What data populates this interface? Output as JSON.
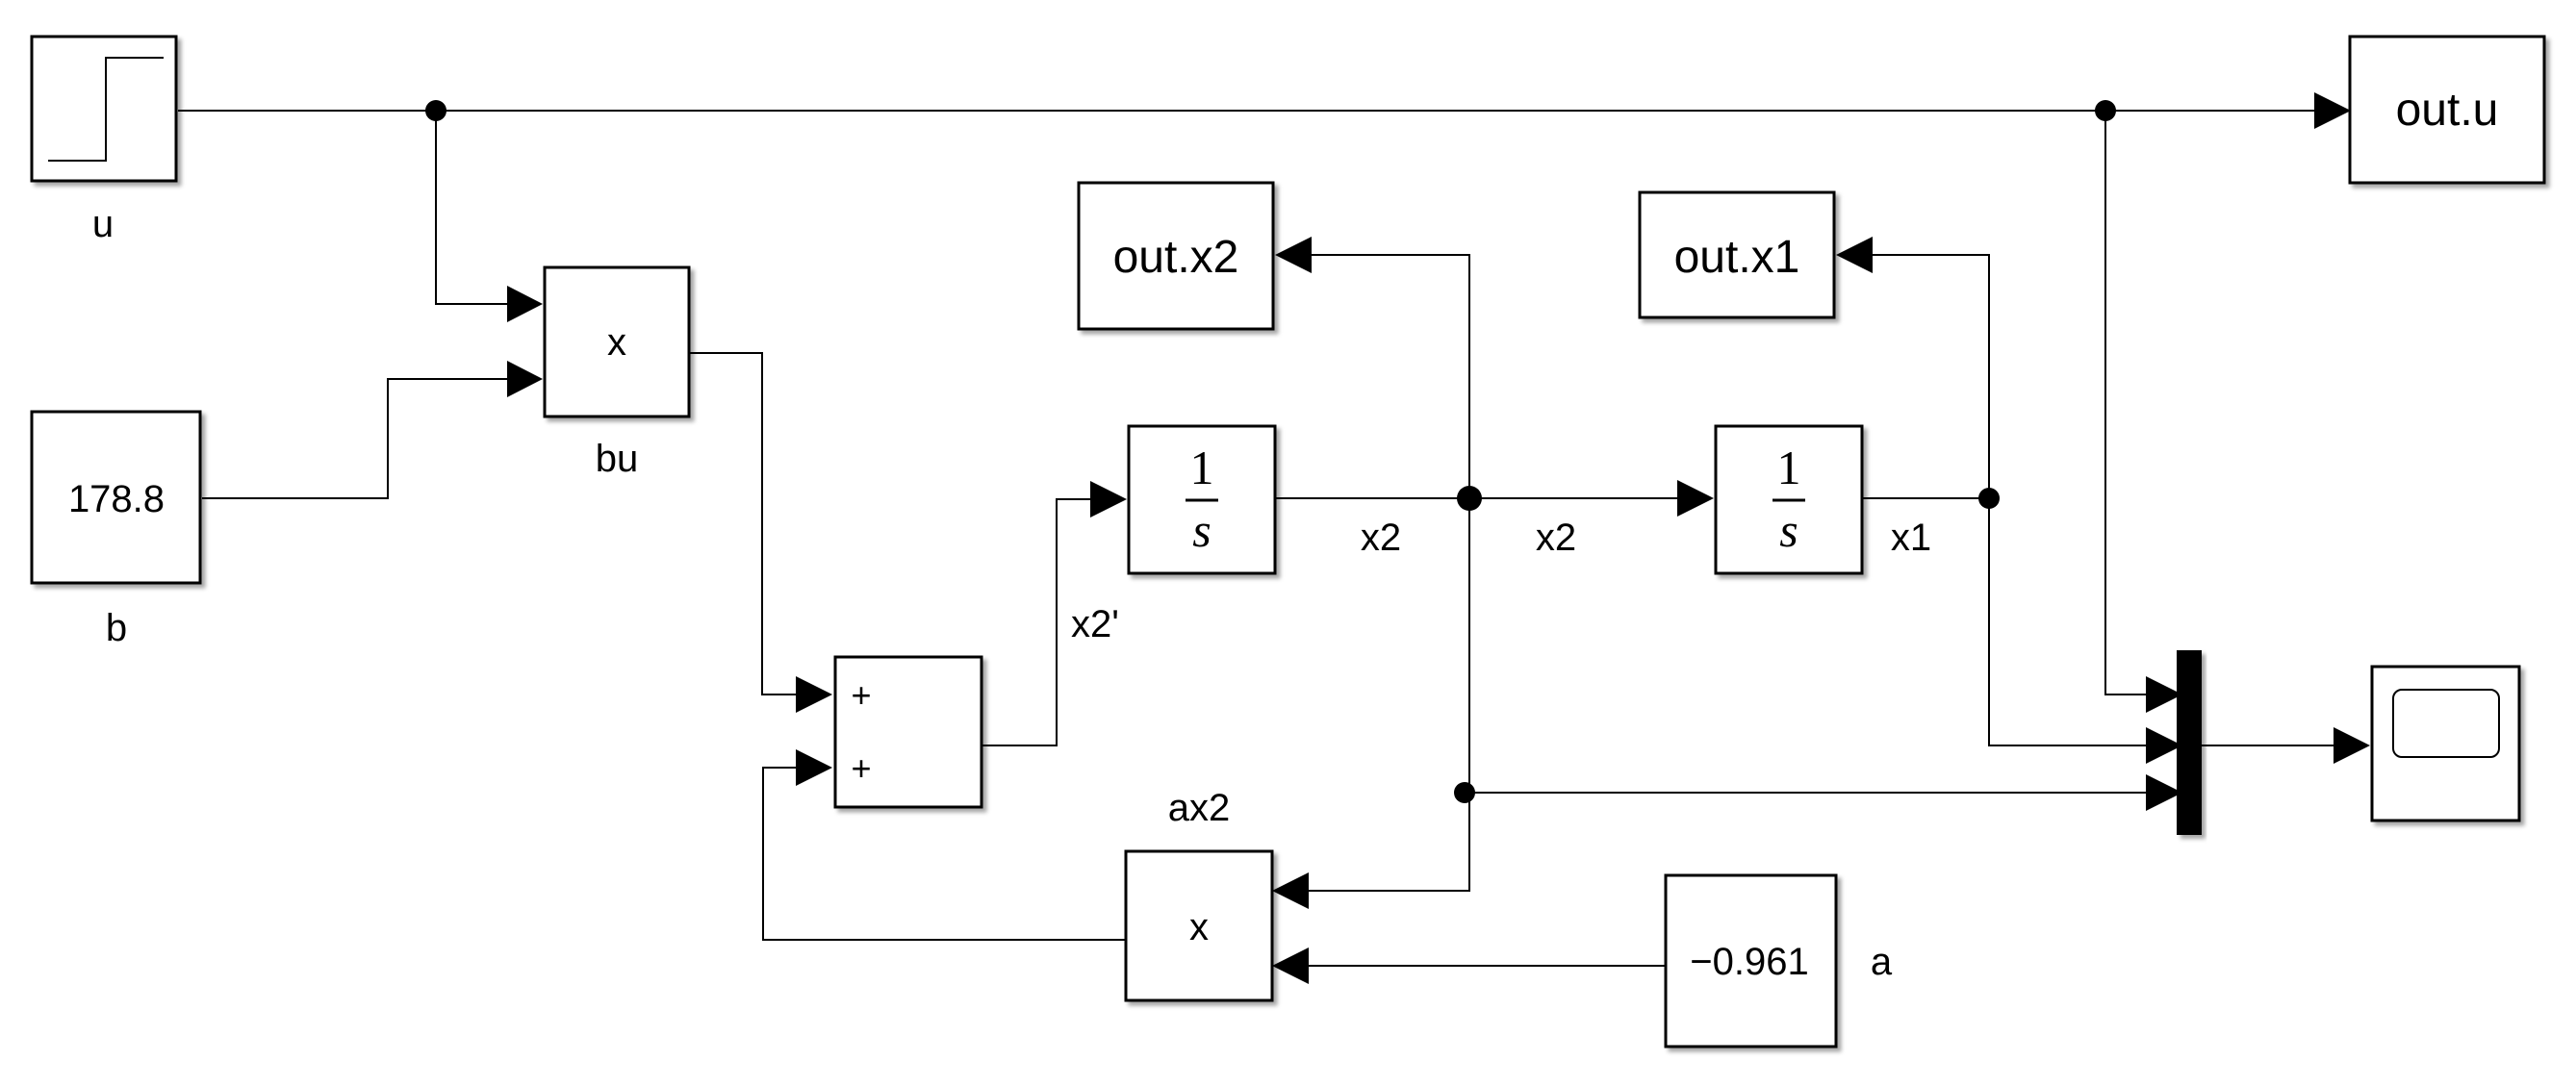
{
  "blocks": {
    "step": {
      "label": "u"
    },
    "gain_b": {
      "value": "178.8",
      "label": "b"
    },
    "product_bu": {
      "symbol": "x",
      "label": "bu"
    },
    "sum": {
      "port1": "+",
      "port2": "+"
    },
    "integrator1": {
      "numerator": "1",
      "denominator": "s"
    },
    "integrator2": {
      "numerator": "1",
      "denominator": "s"
    },
    "product_ax2": {
      "symbol": "x",
      "label": "ax2"
    },
    "gain_a": {
      "value": "−0.961",
      "label": "a"
    },
    "out_u": {
      "label": "out.u"
    },
    "out_x2": {
      "label": "out.x2"
    },
    "out_x1": {
      "label": "out.x1"
    },
    "scope": {
      "icon": "scope-icon"
    },
    "mux": {
      "icon": "mux-bar"
    }
  },
  "signals": {
    "x2_dot": "x2'",
    "x2_a": "x2",
    "x2_b": "x2",
    "x1": "x1"
  }
}
